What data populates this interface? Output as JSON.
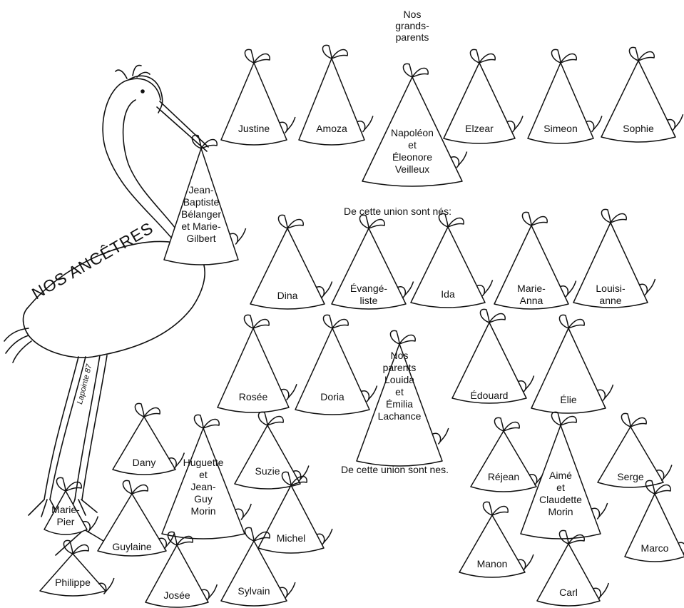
{
  "title": "NOS ANCÊTRES",
  "signature": "Lapointe 87",
  "grandparents_heading": "Nos\ngrands-\nparents",
  "union_text_1": "De cette union sont nés:",
  "union_text_2": "De cette union sont nes.",
  "hats": {
    "justine": "Justine",
    "amoza": "Amoza",
    "napoleon": "Napoléon\net\nÉleonore\nVeilleux",
    "elzear": "Elzear",
    "simeon": "Simeon",
    "sophie": "Sophie",
    "jean_baptiste": "Jean-\nBaptiste\nBélanger\net Marie-\nGilbert",
    "dina": "Dina",
    "evangeliste": "Évangé-\nliste",
    "ida": "Ida",
    "marie_anna": "Marie-\nAnna",
    "louisianne": "Louisi-\nanne",
    "rosee": "Rosée",
    "doria": "Doria",
    "parents": "Nos\nparents\nLouida\net\nÉmilia\nLachance",
    "edouard": "Édouard",
    "elie": "Élie",
    "dany": "Dany",
    "huguette": "Huguette\net\nJean-\nGuy\nMorin",
    "suzie": "Suzie",
    "michel": "Michel",
    "marie_pier": "Marie-\nPier",
    "guylaine": "Guylaine",
    "philippe": "Philippe",
    "josee": "Josée",
    "sylvain": "Sylvain",
    "rejean": "Réjean",
    "aime": "Aimé\net\nClaudette\nMorin",
    "serge": "Serge",
    "marco": "Marco",
    "manon": "Manon",
    "carl": "Carl"
  }
}
